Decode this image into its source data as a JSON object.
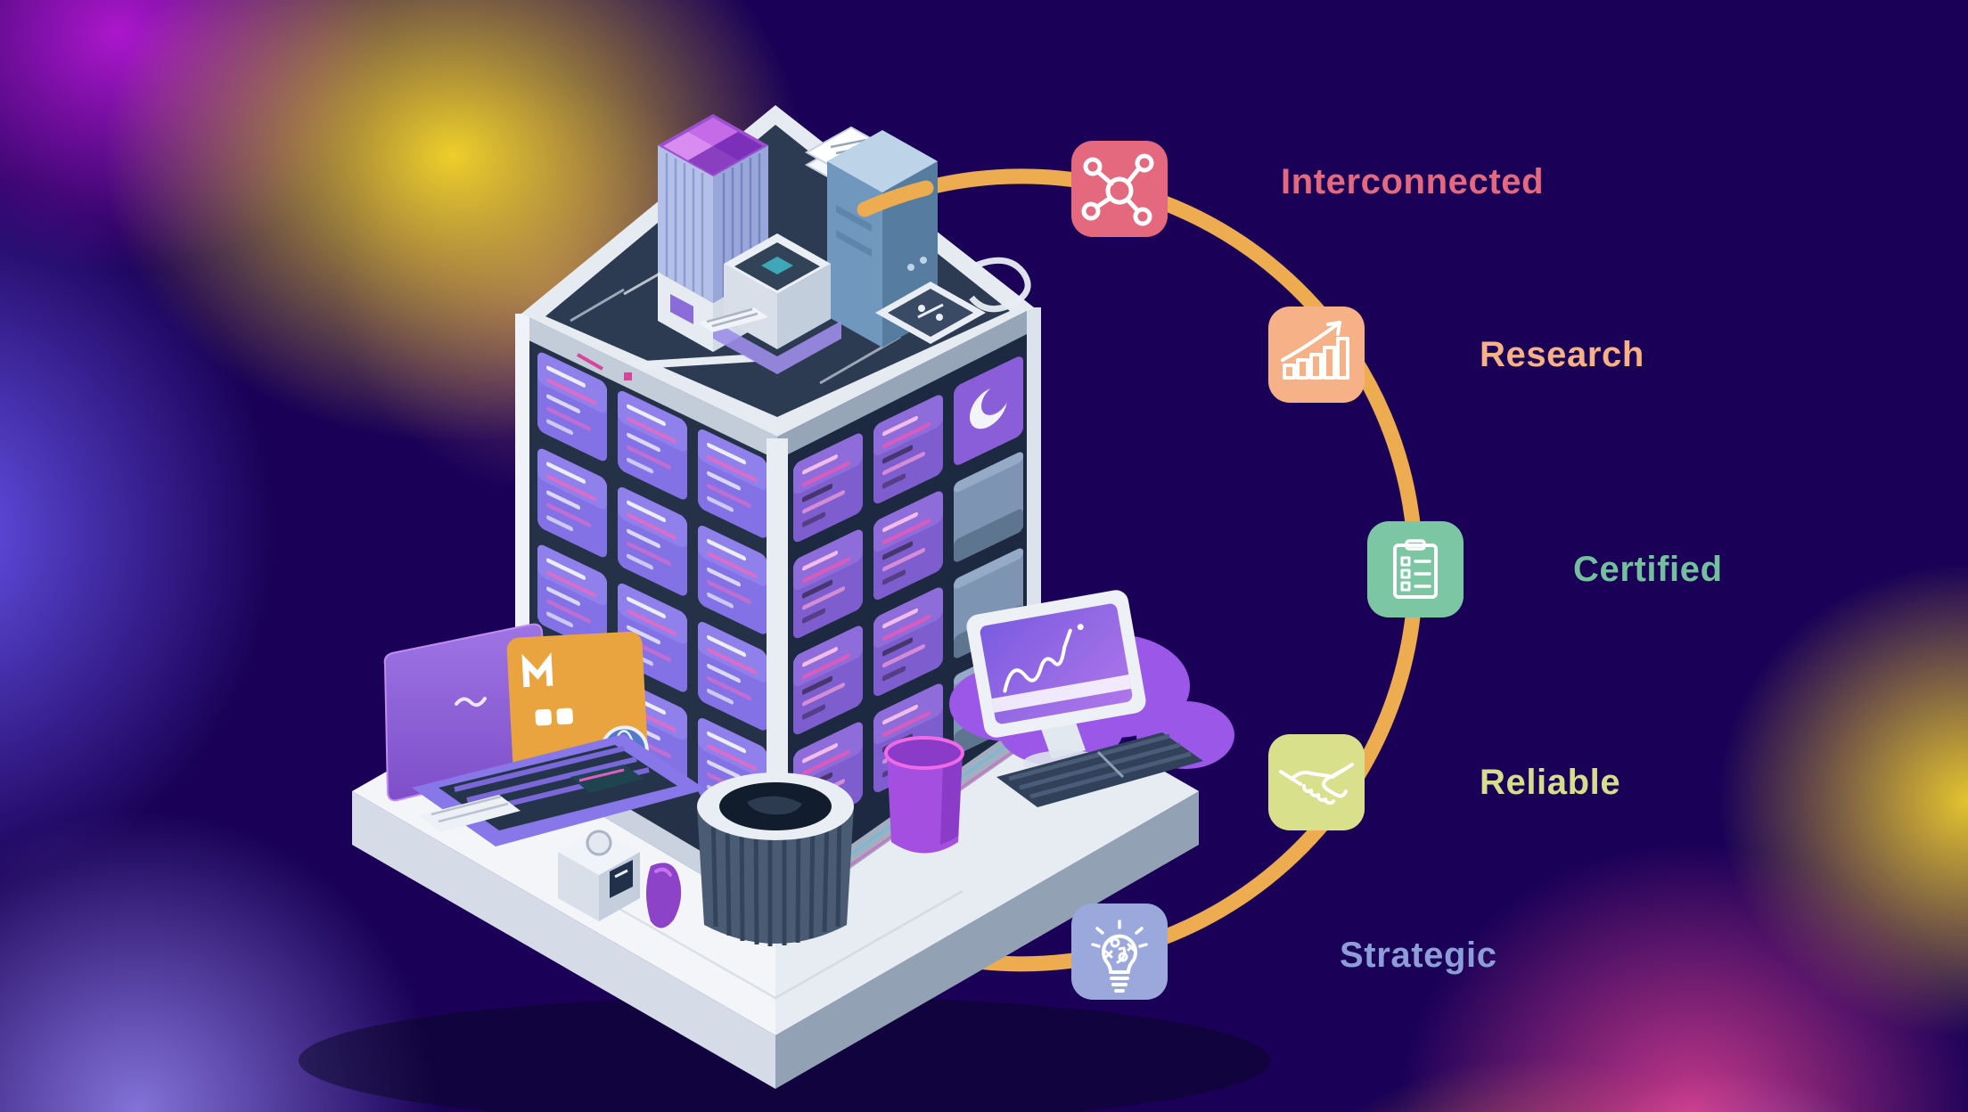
{
  "background": {
    "base_color": "#1A0157",
    "glow_colors": [
      "#F6D628",
      "#C51BE0",
      "#EB9178",
      "#6E5CFA",
      "#9687F0",
      "#F04696",
      "#F5D42C",
      "#F09646",
      "#96A0F5"
    ]
  },
  "ring": {
    "color": "#ECAC4F"
  },
  "features": [
    {
      "label": "Interconnected",
      "icon": "network-nodes-icon",
      "badge_color": "#E5697E",
      "label_color": "#E5697E"
    },
    {
      "label": "Research",
      "icon": "growth-chart-icon",
      "badge_color": "#F6B286",
      "label_color": "#F6B286"
    },
    {
      "label": "Certified",
      "icon": "clipboard-checklist-icon",
      "badge_color": "#7CC6A4",
      "label_color": "#74BF9D"
    },
    {
      "label": "Reliable",
      "icon": "handshake-icon",
      "badge_color": "#D8E08C",
      "label_color": "#D6DE8C"
    },
    {
      "label": "Strategic",
      "icon": "lightbulb-strategy-icon",
      "badge_color": "#9AA8DC",
      "label_color": "#8C9DD8"
    }
  ],
  "illustration": {
    "description": "isometric data-hub cube building on a white platform with rooftop servers, laptop, monitor and pedestal",
    "palette": {
      "cube_top": "#2C3A52",
      "cube_trim": "#E8EDF4",
      "panel_purple_left": "#8372E6",
      "panel_purple_right": "#7E5ECF",
      "slat_blue": "#7E94B3",
      "platform_top": "#F3F5F9",
      "orange_card": "#E9A43F",
      "accent_pink": "#D8449A",
      "accent_teal": "#3FA8B8",
      "striped_tower": "#B5C0E8",
      "server_tower": "#7097BE",
      "cloud_purple": "#9A57E8"
    }
  }
}
